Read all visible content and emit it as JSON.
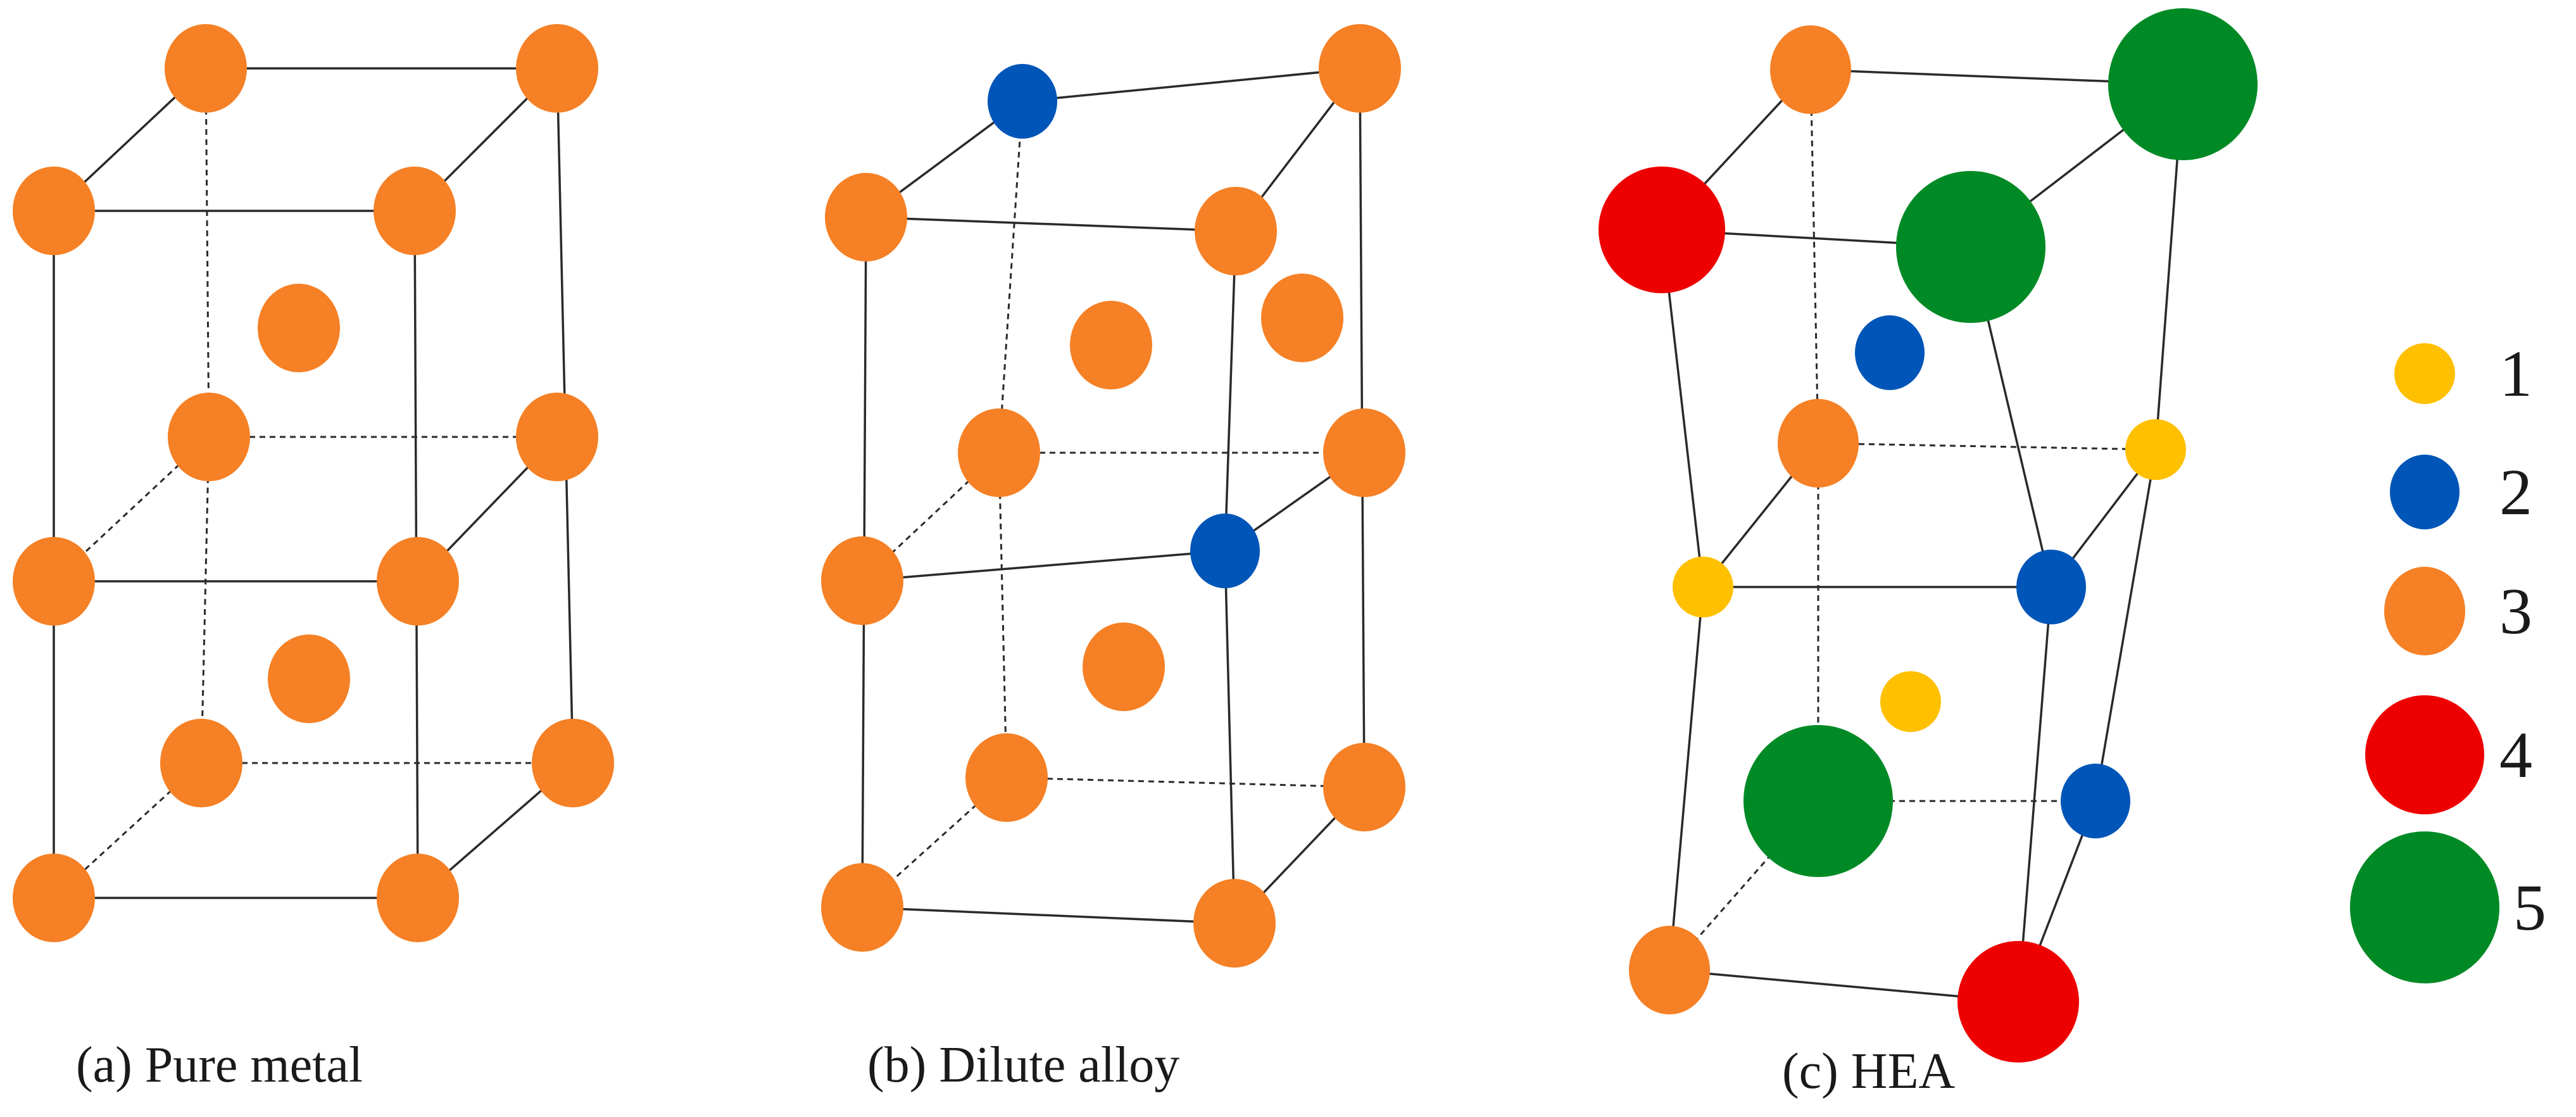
{
  "colors": {
    "1": "#FFC000",
    "2": "#0055B8",
    "3": "#F58025",
    "4": "#EE0000",
    "5": "#008A25"
  },
  "panels": [
    {
      "id": "pure-metal",
      "caption": "(a) Pure metal"
    },
    {
      "id": "dilute-alloy",
      "caption": "(b) Dilute alloy"
    },
    {
      "id": "hea",
      "caption": "(c) HEA"
    }
  ],
  "legend": [
    {
      "species": "1",
      "label": "1"
    },
    {
      "species": "2",
      "label": "2"
    },
    {
      "species": "3",
      "label": "3"
    },
    {
      "species": "4",
      "label": "4"
    },
    {
      "species": "5",
      "label": "5"
    }
  ]
}
